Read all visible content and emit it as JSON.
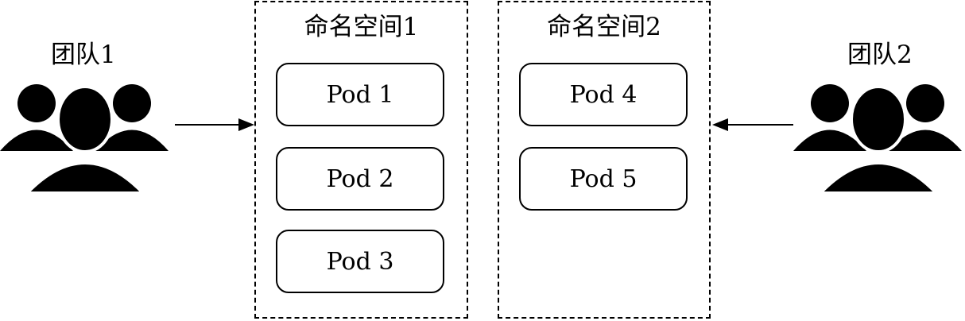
{
  "teams": [
    {
      "label": "团队1",
      "icon": "group-of-people-icon"
    },
    {
      "label": "团队2",
      "icon": "group-of-people-icon"
    }
  ],
  "namespaces": [
    {
      "title": "命名空间1",
      "pods": [
        "Pod 1",
        "Pod 2",
        "Pod 3"
      ]
    },
    {
      "title": "命名空间2",
      "pods": [
        "Pod 4",
        "Pod 5"
      ]
    }
  ]
}
